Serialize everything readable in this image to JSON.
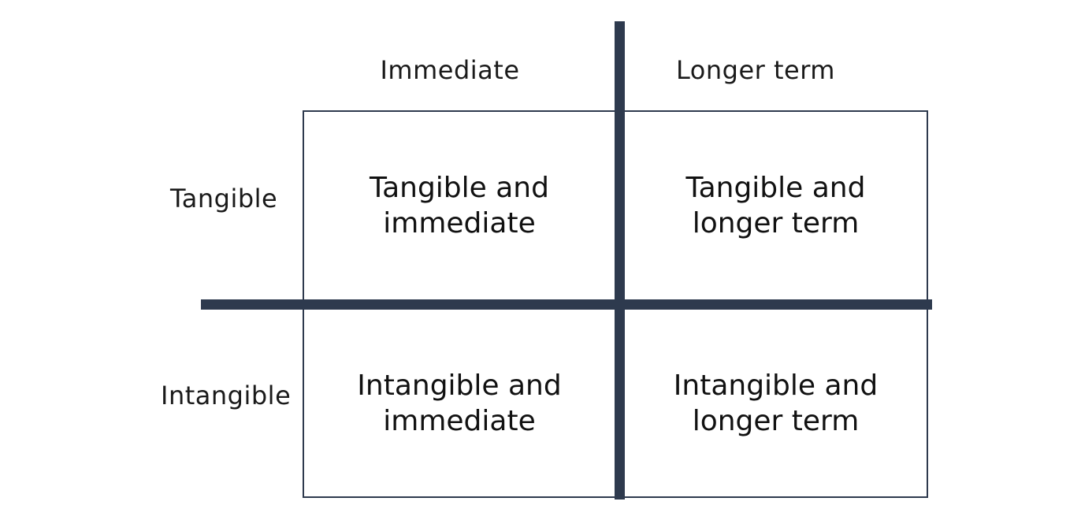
{
  "matrix": {
    "columns": [
      "Immediate",
      "Longer term"
    ],
    "rows": [
      "Tangible",
      "Intangible"
    ],
    "cells": {
      "tangible_immediate": "Tangible and\nimmediate",
      "tangible_longer": "Tangible and\nlonger term",
      "intangible_immediate": "Intangible and\nimmediate",
      "intangible_longer": "Intangible and\nlonger term"
    }
  },
  "colors": {
    "axis": "#2e3a4e",
    "border": "#2e3a4e",
    "text": "#111111"
  }
}
